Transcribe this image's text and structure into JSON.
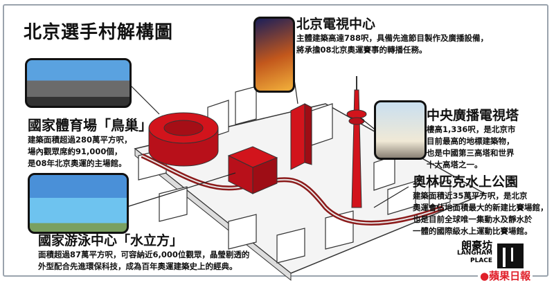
{
  "title": "北京選手村解構圖",
  "sections": {
    "tv_center": {
      "heading": "北京電視中心",
      "lines": [
        "主體建築高達788呎，具備先進節目製作及廣播設備，",
        "將承擔08北京奧運賽事的轉播任務。"
      ]
    },
    "tv_tower": {
      "heading": "中央廣播電視塔",
      "lines": [
        "樓高1,336呎，是北京市",
        "目前最高的地標建築物，",
        "也是中國第三高塔和世界",
        "十大高塔之一。"
      ]
    },
    "stadium": {
      "heading": "國家體育場「鳥巢」",
      "lines": [
        "建築面積超過280萬平方呎，",
        "場內觀眾席約91,000個，",
        "是08年北京奧運的主場館。"
      ]
    },
    "water_park": {
      "heading": "奧林匹克水上公園",
      "lines": [
        "建築面積近35萬平方呎，是北京",
        "奧運會佔地面積最大的新建比賽場館，",
        "也是目前全球唯一集動水及靜水於",
        "一體的國際級水上運動比賽場館。"
      ]
    },
    "aquatics": {
      "heading": "國家游泳中心「水立方」",
      "lines": [
        "面積超過87萬平方呎，可容納近6,000位觀眾，晶瑩剔透的",
        "外型配合先進環保科技，成為百年奧運建築史上的經典。"
      ]
    }
  },
  "logos": {
    "langham_cn": "朗豪坊",
    "langham_en1": "LANGHAM",
    "langham_en2": "PLACE",
    "apple_daily": "蘋果日報"
  },
  "colors": {
    "model_red": "#d2141c",
    "accent": "#e0202a"
  }
}
